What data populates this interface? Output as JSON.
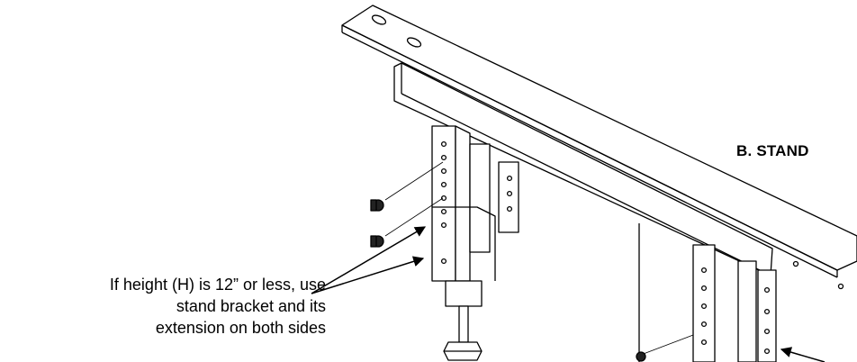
{
  "diagram": {
    "section_heading": "B. STAND",
    "note": {
      "lines": [
        "If height (H) is 12” or less, use",
        "stand bracket and its",
        "extension on both sides"
      ]
    },
    "colors": {
      "line": "#000000",
      "background": "#ffffff",
      "part_fill": "#ffffff"
    }
  }
}
